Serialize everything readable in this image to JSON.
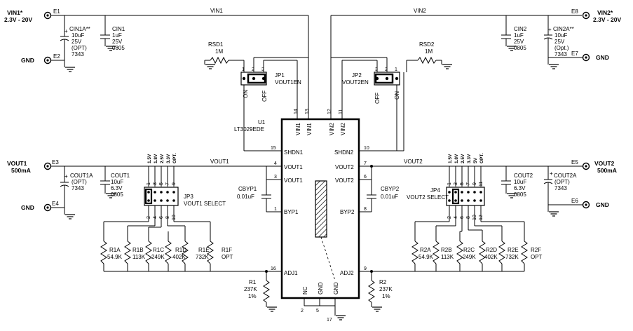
{
  "nets": {
    "vin1": "VIN1",
    "vin2": "VIN2",
    "vout1": "VOUT1",
    "vout2": "VOUT2"
  },
  "terminals": {
    "e1": {
      "ref": "E1",
      "name": "VIN1*",
      "range": "2.3V - 20V"
    },
    "e2": {
      "ref": "E2",
      "name": "GND"
    },
    "e3": {
      "ref": "E3",
      "name": "VOUT1",
      "current": "500mA"
    },
    "e4": {
      "ref": "E4",
      "name": "GND"
    },
    "e5": {
      "ref": "E5",
      "name": "VOUT2",
      "current": "500mA"
    },
    "e6": {
      "ref": "E6",
      "name": "GND"
    },
    "e7": {
      "ref": "E7",
      "name": "GND"
    },
    "e8": {
      "ref": "E8",
      "name": "VIN2*",
      "range": "2.3V - 20V"
    }
  },
  "caps": {
    "cin1a": {
      "ref": "CIN1A**",
      "v": "10uF",
      "r": "25V",
      "s": "(OPT)",
      "p": "7343"
    },
    "cin1": {
      "ref": "CIN1",
      "v": "1uF",
      "r": "25V",
      "p": "0805"
    },
    "cin2": {
      "ref": "CIN2",
      "v": "1uF",
      "r": "25V",
      "p": "0805"
    },
    "cin2a": {
      "ref": "CIN2A**",
      "v": "10uF",
      "r": "25V",
      "s": "(Opt.)",
      "p": "7343"
    },
    "cout1a": {
      "ref": "COUT1A",
      "s": "(OPT)",
      "p": "7343"
    },
    "cout1": {
      "ref": "COUT1",
      "v": "10uF",
      "r": "6.3V",
      "p": "0805"
    },
    "cout2": {
      "ref": "COUT2",
      "v": "10uF",
      "r": "6.3V",
      "p": "0805"
    },
    "cout2a": {
      "ref": "COUT2A",
      "s": "(OPT)",
      "p": "7343"
    },
    "cbyp1": {
      "ref": "CBYP1",
      "v": "0.01uF"
    },
    "cbyp2": {
      "ref": "CBYP2",
      "v": "0.01uF"
    }
  },
  "rsd": {
    "rsd1": {
      "ref": "RSD1",
      "v": "1M"
    },
    "rsd2": {
      "ref": "RSD2",
      "v": "1M"
    }
  },
  "jumpers": {
    "jp1": {
      "ref": "JP1",
      "name": "VOUT1EN",
      "on": "ON",
      "off": "OFF",
      "p1": "1",
      "p2": "2",
      "p3": "3"
    },
    "jp2": {
      "ref": "JP2",
      "name": "VOUT2EN",
      "on": "ON",
      "off": "OFF",
      "p1": "1",
      "p2": "2",
      "p3": "3"
    },
    "jp3": {
      "ref": "JP3",
      "name": "VOUT1 SELECT"
    },
    "jp4": {
      "ref": "JP4",
      "name": "VOUT2 SELECT"
    }
  },
  "select": {
    "v15": "1.5V",
    "v18": "1.8V",
    "v25": "2.5V",
    "v33": "3.3V",
    "v5": "5V",
    "opt": "OPT."
  },
  "res": {
    "r1a": {
      "ref": "R1A",
      "v": "54.9K"
    },
    "r1b": {
      "ref": "R1B",
      "v": "113K"
    },
    "r1c": {
      "ref": "R1C",
      "v": "249K"
    },
    "r1d": {
      "ref": "R1D",
      "v": "402K"
    },
    "r1e": {
      "ref": "R1E",
      "v": "732K"
    },
    "r1f": {
      "ref": "R1F",
      "v": "OPT"
    },
    "r2a": {
      "ref": "R2A",
      "v": "54.9K"
    },
    "r2b": {
      "ref": "R2B",
      "v": "113K"
    },
    "r2c": {
      "ref": "R2C",
      "v": "249K"
    },
    "r2d": {
      "ref": "R2D",
      "v": "402K"
    },
    "r2e": {
      "ref": "R2E",
      "v": "732K"
    },
    "r2f": {
      "ref": "R2F",
      "v": "OPT"
    },
    "r1": {
      "ref": "R1",
      "v": "237K",
      "t": "1%"
    },
    "r2": {
      "ref": "R2",
      "v": "237K",
      "t": "1%"
    }
  },
  "ic": {
    "ref": "U1",
    "part": "LT3029EDE",
    "vin1": "VIN1",
    "vin2": "VIN2",
    "shdn1": "SHDN1",
    "shdn2": "SHDN2",
    "vout1": "VOUT1",
    "vout2": "VOUT2",
    "byp1": "BYP1",
    "byp2": "BYP2",
    "adj1": "ADJ1",
    "adj2": "ADJ2",
    "nc": "NC",
    "gnd": "GND"
  },
  "pins": {
    "p1": "1",
    "p2": "2",
    "p3": "3",
    "p4": "4",
    "p5": "5",
    "p6": "6",
    "p7": "7",
    "p8": "8",
    "p9": "9",
    "p10": "10",
    "p11": "11",
    "p12": "12",
    "p13": "13",
    "p14": "14",
    "p15": "15",
    "p16": "16",
    "p17": "17",
    "j1": "1",
    "j2": "2",
    "j3": "3",
    "j4": "4",
    "j5": "5",
    "j6": "6",
    "j7": "7",
    "j8": "8",
    "j9": "9",
    "j10": "10",
    "j11": "11",
    "j12": "12"
  },
  "plus": "+"
}
